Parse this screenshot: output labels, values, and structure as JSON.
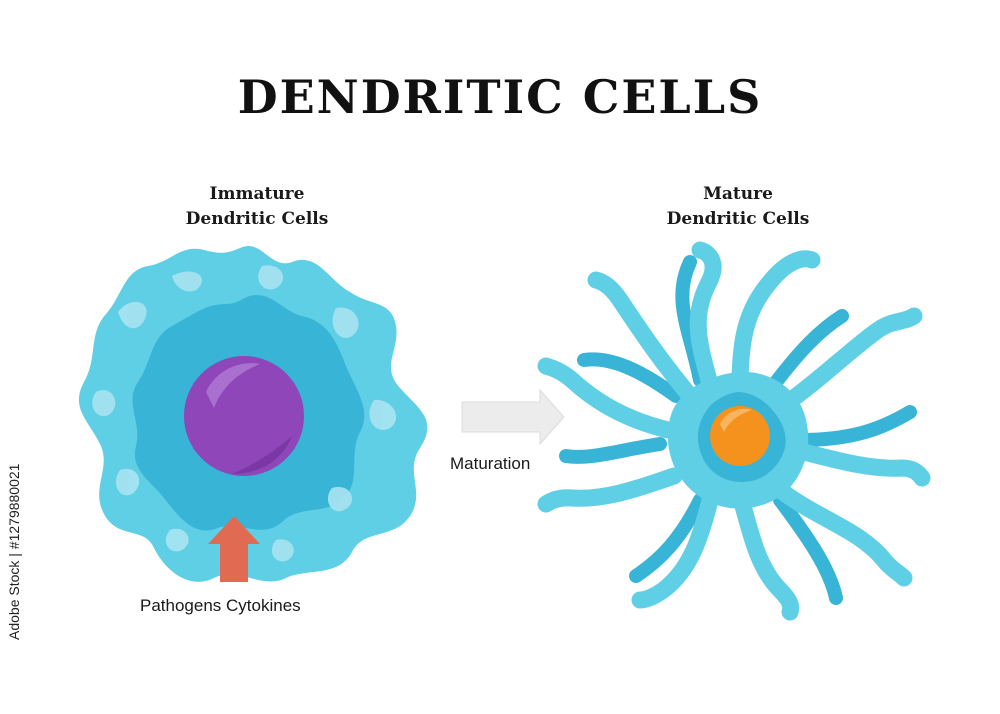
{
  "title": "DENDRITIC CELLS",
  "immature": {
    "label_line1": "Immature",
    "label_line2": "Dendritic Cells",
    "stimulus_label": "Pathogens Cytokines"
  },
  "mature": {
    "label_line1": "Mature",
    "label_line2": "Dendritic Cells"
  },
  "process": {
    "label": "Maturation"
  },
  "stock_id": "Adobe Stock | #1279880021",
  "colors": {
    "cytoplasm_light": "#5fcfe6",
    "cytoplasm_dark": "#38b4d6",
    "cytoplasm_highlight": "#a9e4f1",
    "immature_nucleus": "#8e46b8",
    "mature_nucleus": "#f5921e",
    "stimulus_arrow": "#e06a52",
    "process_arrow": "#e8e8e8"
  }
}
